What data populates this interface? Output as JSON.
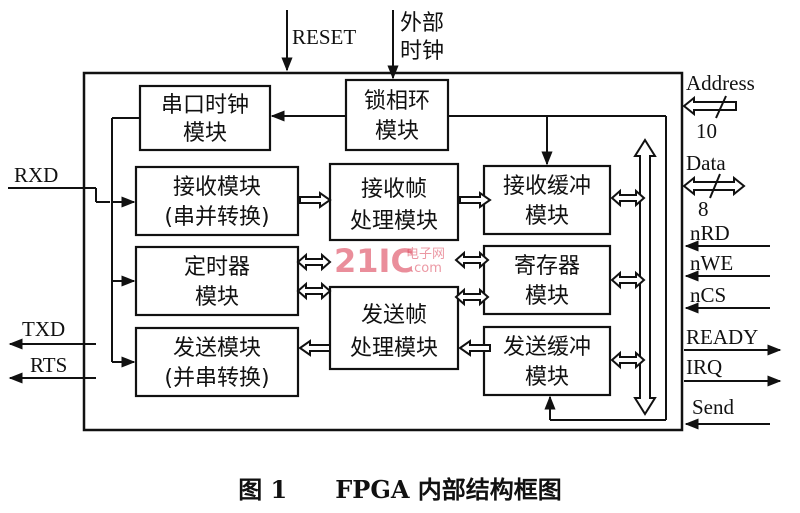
{
  "blocks": {
    "serial_clock": [
      "串口时钟",
      "模块"
    ],
    "pll": [
      "锁相环",
      "模块"
    ],
    "rx_module": [
      "接收模块",
      "(串并转换)"
    ],
    "rx_frame": [
      "接收帧",
      "处理模块"
    ],
    "rx_buffer": [
      "接收缓冲",
      "模块"
    ],
    "timer": [
      "定时器",
      "模块"
    ],
    "register": [
      "寄存器",
      "模块"
    ],
    "tx_frame": [
      "发送帧",
      "处理模块"
    ],
    "tx_module": [
      "发送模块",
      "(并串转换)"
    ],
    "tx_buffer": [
      "发送缓冲",
      "模块"
    ]
  },
  "signals": {
    "reset": "RESET",
    "ext_clock": [
      "外部",
      "时钟"
    ],
    "rxd": "RXD",
    "txd": "TXD",
    "rts": "RTS",
    "address": "Address",
    "address_width": "10",
    "data": "Data",
    "data_width": "8",
    "nrd": "nRD",
    "nwe": "nWE",
    "ncs": "nCS",
    "ready": "READY",
    "irq": "IRQ",
    "send": "Send"
  },
  "watermark": {
    "logo": "21IC",
    "sub": "电子网",
    "sub2": ".com"
  },
  "caption": "图 1　　FPGA 内部结构框图"
}
